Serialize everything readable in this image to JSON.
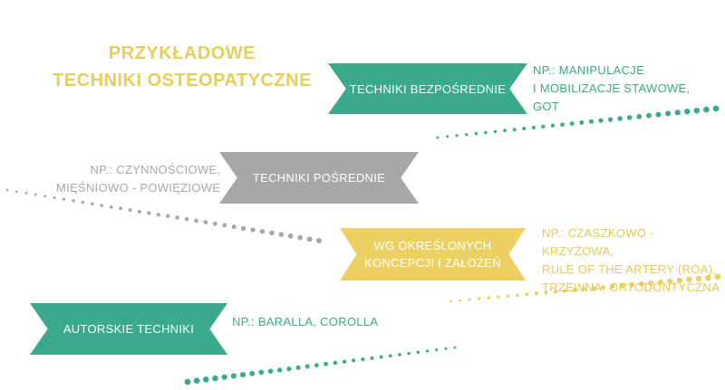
{
  "title": {
    "line1": "PRZYKŁADOWE",
    "line2": "TECHNIKI OSTEOPATYCZNE"
  },
  "colors": {
    "green": "#3aa98c",
    "gray": "#a7a7a7",
    "yellow": "#ecd062",
    "title": "#e5cf5a"
  },
  "techniques": [
    {
      "label": "TECHNIKI BEZPOŚREDNIE",
      "example_lines": [
        "NP.: MANIPULACJE",
        "I MOBILIZACJE STAWOWE,",
        "GOT"
      ]
    },
    {
      "label": "TECHNIKI POŚREDNIE",
      "example_lines": [
        "NP.: CZYNNOŚCIOWE,",
        "MIĘŚNIOWO - POWIĘZIOWE"
      ]
    },
    {
      "label_lines": [
        "WG OKREŚLONYCH",
        "KONCEPCJI I ZAŁOŻEŃ"
      ],
      "example_lines": [
        "NP.: CZASZKOWO - KRZYŻOWA,",
        "RULE OF THE ARTERY (ROA),",
        "TRZEWNA, ORTODONTYCZNA"
      ]
    },
    {
      "label": "AUTORSKIE TECHNIKI",
      "example_lines": [
        "NP.: BARALLA, COROLLA"
      ]
    }
  ]
}
